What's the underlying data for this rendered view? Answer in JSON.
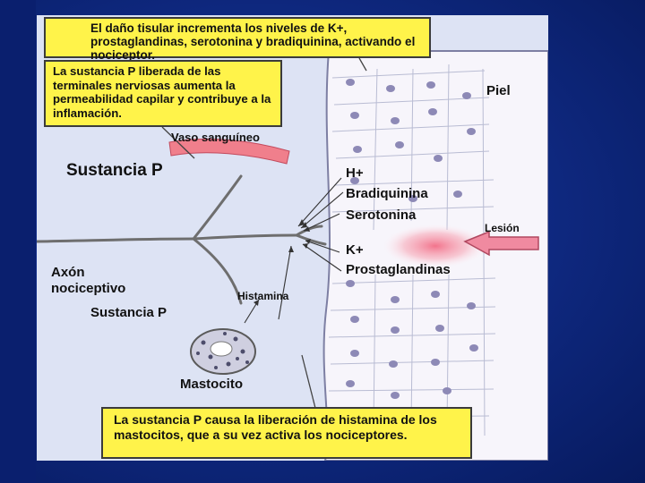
{
  "callouts": {
    "top": "El daño tisular incrementa los niveles de K+, prostaglandinas, serotonina y bradiquinina, activando el nociceptor.",
    "left": "La sustancia P liberada de las terminales nerviosas aumenta la permeabilidad capilar y contribuye a la inflamación.",
    "bottom": "La sustancia P causa la liberación de histamina de los mastocitos, que a su vez activa los nociceptores."
  },
  "labels": {
    "piel": "Piel",
    "vaso": "Vaso sanguíneo",
    "sustancia_p_1": "Sustancia P",
    "h_plus": "H+",
    "bradiquinina": "Bradiquinina",
    "serotonina": "Serotonina",
    "lesion": "Lesión",
    "k_plus": "K+",
    "prostaglandinas": "Prostaglandinas",
    "axon_1": "Axón",
    "axon_2": "nociceptivo",
    "histamina": "Histamina",
    "sustancia_p_2": "Sustancia P",
    "mastocito": "Mastocito"
  },
  "colors": {
    "tissue": "#dde3f4",
    "callout": "#fff34a",
    "vessel": "#f07f8c",
    "arrow": "#f08aa0",
    "nuclei": "#8d89b6"
  }
}
